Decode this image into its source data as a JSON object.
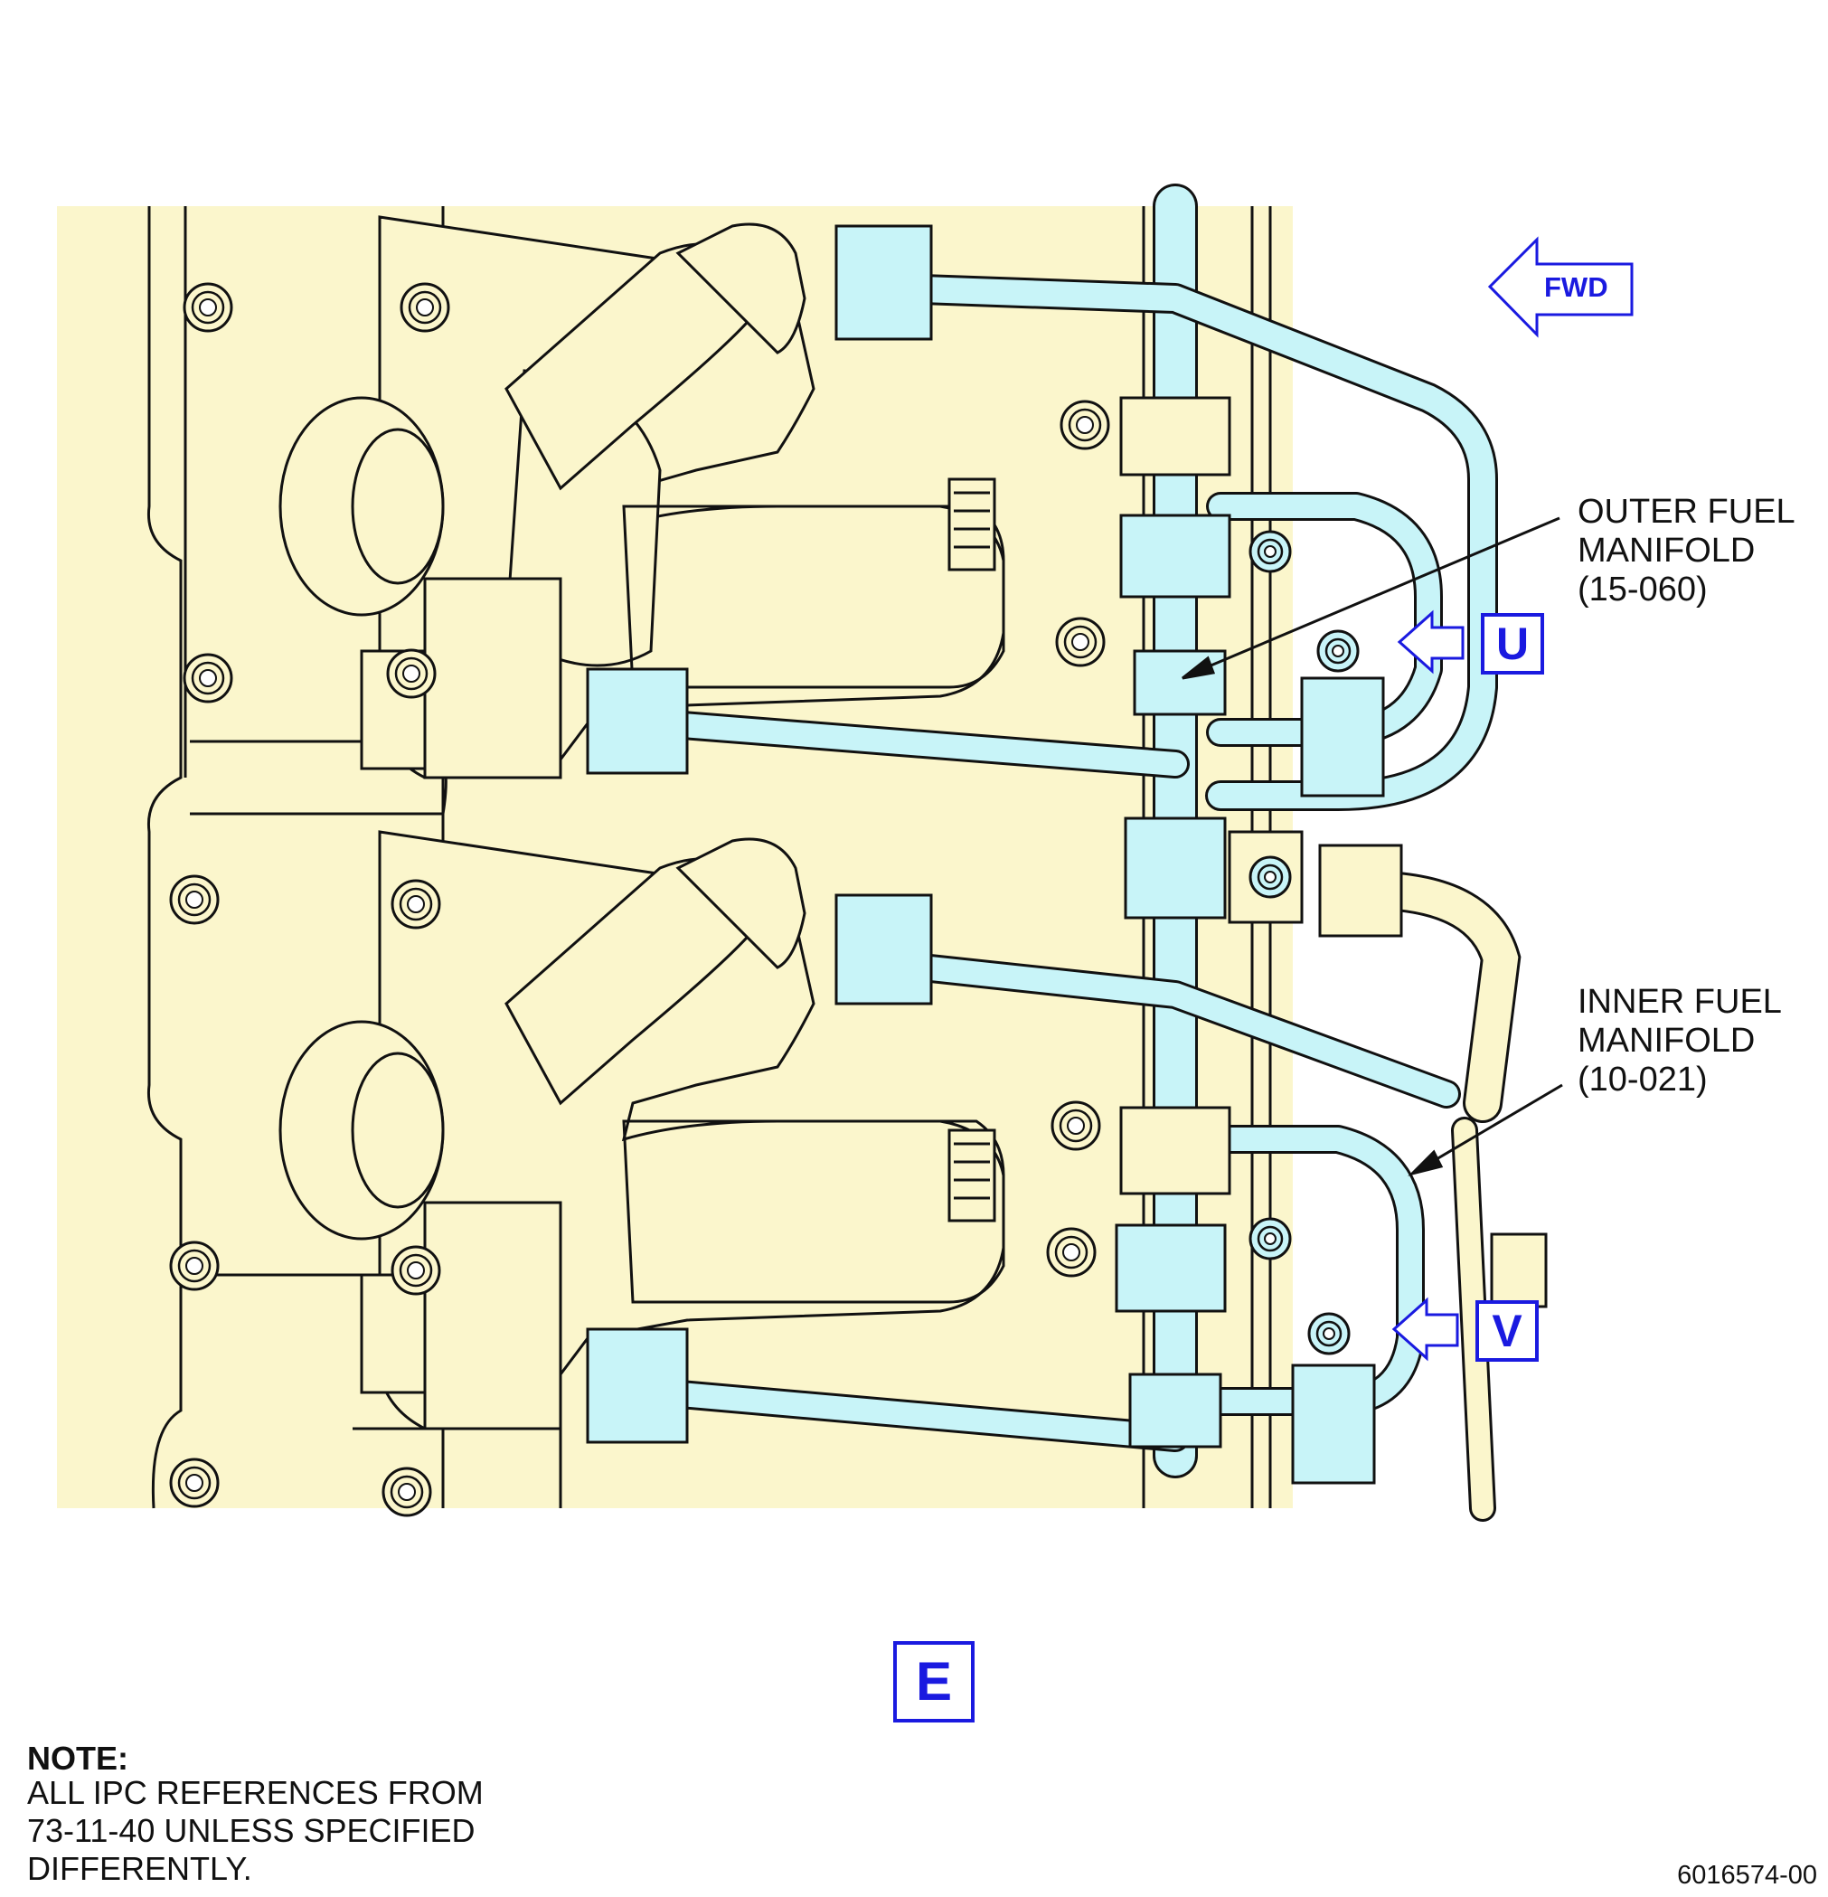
{
  "colors": {
    "engine_casing": "#fbf6cc",
    "fuel_manifold": "#c8f4f8",
    "line_art": "#111111",
    "view_indicator": "#1a1ae0"
  },
  "direction_indicator": {
    "label": "FWD",
    "icon": "arrow-left-icon"
  },
  "callouts": {
    "outer_manifold": "OUTER FUEL\nMANIFOLD\n(15-060)",
    "inner_manifold": "INNER FUEL\nMANIFOLD\n(10-021)"
  },
  "view_markers": {
    "u": {
      "label": "U",
      "icon": "view-arrow-icon"
    },
    "v": {
      "label": "V",
      "icon": "view-arrow-icon"
    },
    "e": {
      "label": "E"
    }
  },
  "note": {
    "title": "NOTE:",
    "body": "ALL IPC REFERENCES FROM\n73-11-40 UNLESS SPECIFIED\nDIFFERENTLY."
  },
  "figure_id": "6016574-00"
}
